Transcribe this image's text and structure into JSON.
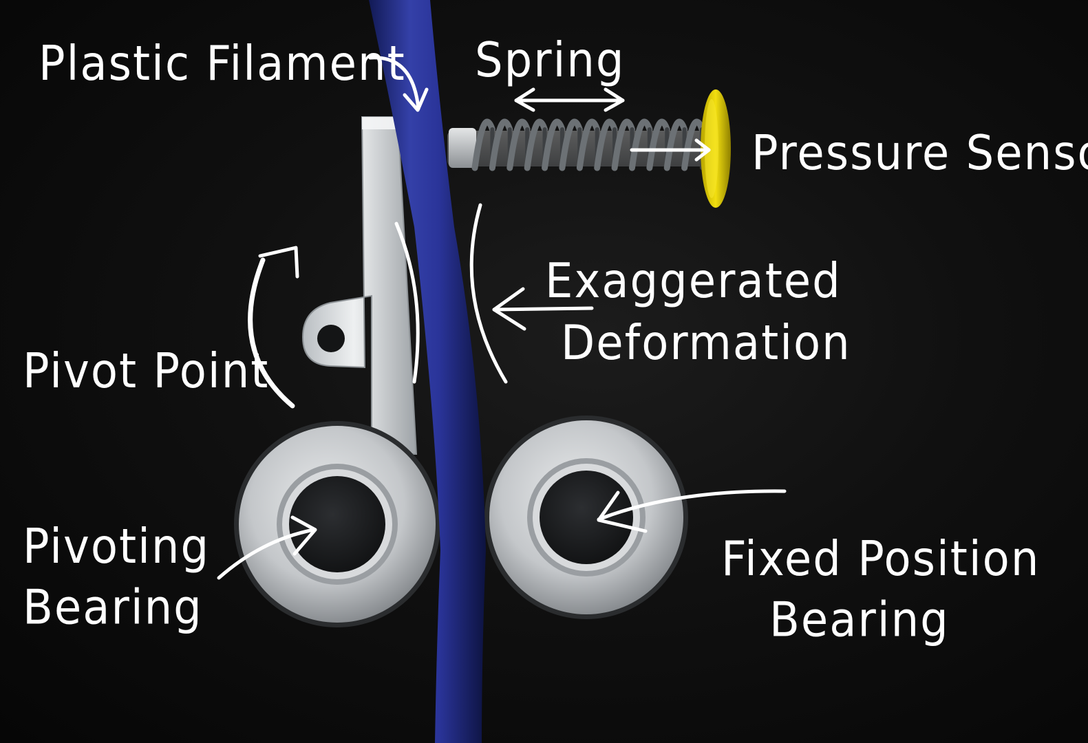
{
  "labels": {
    "plastic_filament": "Plastic Filament",
    "spring": "Spring",
    "pressure_sensor": "Pressure Sensor",
    "exaggerated": "Exaggerated",
    "deformation": "Deformation",
    "pivot_point": "Pivot Point",
    "pivoting_bearing_line1": "Pivoting",
    "pivoting_bearing_line2": "Bearing",
    "fixed_bearing_line1": "Fixed Position",
    "fixed_bearing_line2": "Bearing"
  },
  "colors": {
    "background": "#0b0b0b",
    "filament": "#2a3499",
    "sensor": "#e6d200",
    "arm": "#d9dde0",
    "bearing": "#c9cccf",
    "bearing_core": "#1b1c1e",
    "annotation": "#ffffff"
  }
}
